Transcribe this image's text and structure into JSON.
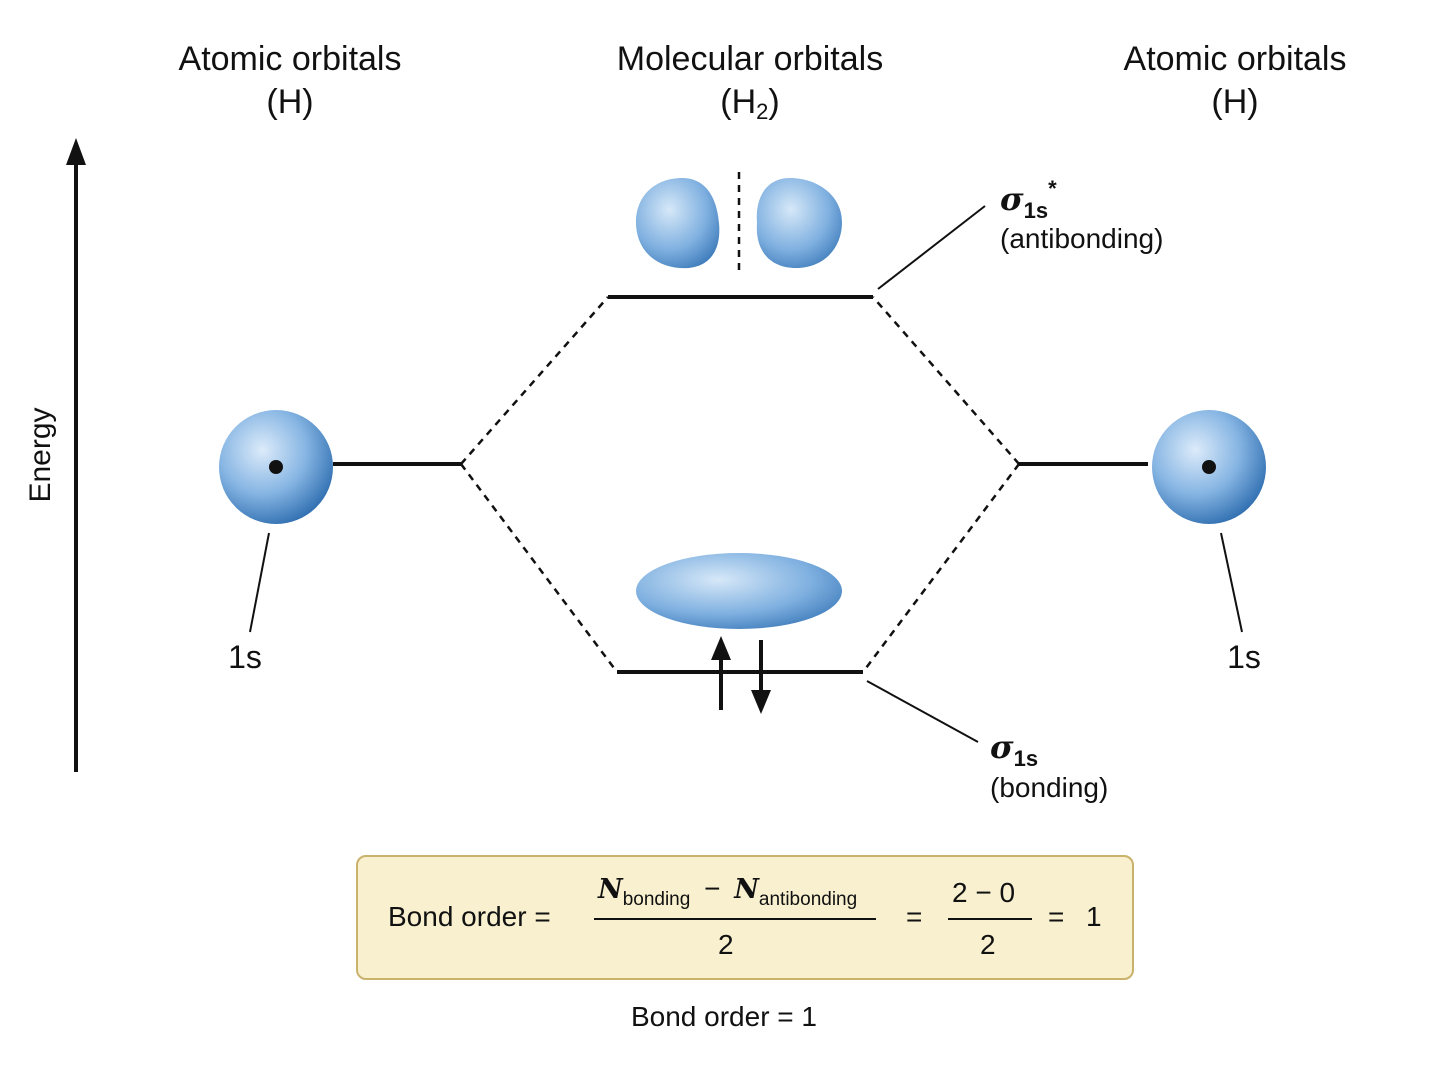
{
  "headers": {
    "left": {
      "title": "Atomic orbitals",
      "species": "(H)"
    },
    "center": {
      "title": "Molecular orbitals",
      "species_prefix": "(H",
      "species_sub": "2",
      "species_suffix": ")"
    },
    "right": {
      "title": "Atomic orbitals",
      "species": "(H)"
    }
  },
  "axis": {
    "label": "Energy"
  },
  "atomic_orbitals": {
    "left": {
      "label": "1s",
      "electrons": 1
    },
    "right": {
      "label": "1s",
      "electrons": 1
    }
  },
  "molecular_orbitals": {
    "antibonding": {
      "symbol": "σ",
      "subscript": "1s",
      "superscript": "*",
      "description": "(antibonding)",
      "electrons": 0
    },
    "bonding": {
      "symbol": "σ",
      "subscript": "1s",
      "description": "(bonding)",
      "electrons": 2,
      "spins": [
        "up",
        "down"
      ]
    }
  },
  "formula": {
    "lhs": "Bond order =",
    "numerator_n1": "N",
    "numerator_sub1": "bonding",
    "minus": "−",
    "numerator_n2": "N",
    "numerator_sub2": "antibonding",
    "denominator": "2",
    "eq1": "=",
    "value_numerator": "2 − 0",
    "value_denominator": "2",
    "eq2": "=",
    "result": "1"
  },
  "summary": "Bond order = 1",
  "colors": {
    "orbital_light": "#cfe3f7",
    "orbital_mid": "#7aaee0",
    "orbital_dark": "#2f6eb0",
    "box_fill": "#f8f0cf",
    "box_border": "#c9b26b"
  }
}
